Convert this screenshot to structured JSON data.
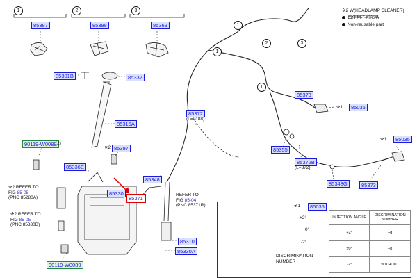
{
  "legend": {
    "headlamp_cleaner": "※2 W(HEADLAMP CLEANER)",
    "not_reusable_jp": "再使用不可部品",
    "not_reusable_en": "Non-reusable part"
  },
  "callouts": {
    "c1": "1",
    "c2": "2",
    "c3": "3"
  },
  "parts": {
    "p85387": "85387",
    "p85388": "85388",
    "p85369": "85369",
    "p85301B": "85301B",
    "p85332": "85332",
    "p85316A": "85316A",
    "p90119_W0089_top": "90119-W0089",
    "p90119_W0089_top_qty": "(2)",
    "p85397": "85397",
    "p85336E": "85336E",
    "p85348": "85348",
    "p85330": "85330",
    "p85371": "85371",
    "p85310": "85310",
    "p85330A": "85330A",
    "p90119_W0089_bottom": "90119-W0089",
    "p85372": "85372",
    "p85372_len": "(L=2108)",
    "p85373_top": "85373",
    "p85035_a": "85035",
    "p85035_b": "85035",
    "p85355": "85355",
    "p85372B": "85372B",
    "p85372B_len": "(L=372)",
    "p85348G": "85348G",
    "p85373_bottom": "85373",
    "p85035_inset": "85035"
  },
  "marks": {
    "x2_85397": "※2",
    "x1_a": "※1",
    "x1_b": "※1",
    "x1_inset": "※1"
  },
  "refers": {
    "r1_line1": "※2 REFER TO",
    "r1_fig_prefix": "FIG",
    "r1_fig": "85-05",
    "r1_pnc": "(PNC 85280A)",
    "r2_line1": "※2 REFER TO",
    "r2_fig_prefix": "FIG",
    "r2_fig": "85-05",
    "r2_pnc": "(PNC 85330B)",
    "r3_line1": "REFER TO",
    "r3_fig_prefix": "FIG",
    "r3_fig": "85-04",
    "r3_pnc": "(PNC 85371R)"
  },
  "inset": {
    "angle_top": "+2°",
    "angle_mid": "0°",
    "angle_bot": "-2°",
    "discrimination_label_l1": "DISCRIMINATION",
    "discrimination_label_l2": "NUMBER",
    "table": {
      "header": [
        "INJECTION ANGLE",
        "DISCRIMINATION NUMBER"
      ],
      "rows": [
        [
          "+2°",
          "+d"
        ],
        [
          "±0°",
          "+b"
        ],
        [
          "-2°",
          "WITHOUT"
        ]
      ]
    }
  },
  "colors": {
    "part_border": "#1a1adb",
    "part_fill": "#d9e1ff",
    "highlight": "#e10000",
    "link": "#3333cc"
  }
}
